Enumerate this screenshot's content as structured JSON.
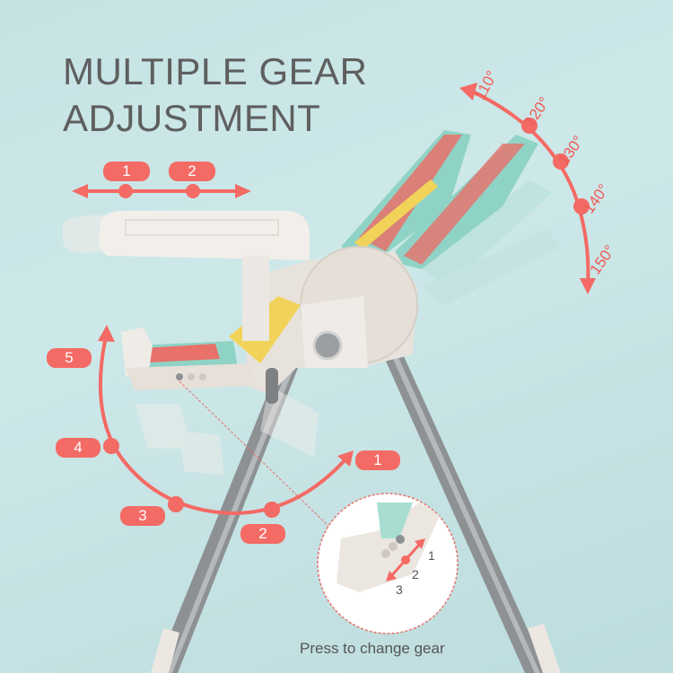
{
  "title": {
    "line1": "MULTIPLE GEAR",
    "line2": "ADJUSTMENT"
  },
  "tray_adjustment": {
    "positions": [
      "1",
      "2"
    ]
  },
  "backrest_angles": [
    "110°",
    "120°",
    "130°",
    "140°",
    "150°"
  ],
  "footrest_positions": [
    "1",
    "2",
    "3",
    "4",
    "5"
  ],
  "zoom_inset": {
    "gear_labels": [
      "1",
      "2",
      "3"
    ]
  },
  "caption": "Press to change gear",
  "colors": {
    "accent": "#f46a64",
    "background": "#c6e3e4",
    "title_text": "#5f5f5f",
    "frame": "#e8e2dc",
    "legs": "#8d9194",
    "fabric_mint": "#8fd3c6",
    "fabric_coral": "#e8716a",
    "fabric_yellow": "#f2d35a"
  }
}
